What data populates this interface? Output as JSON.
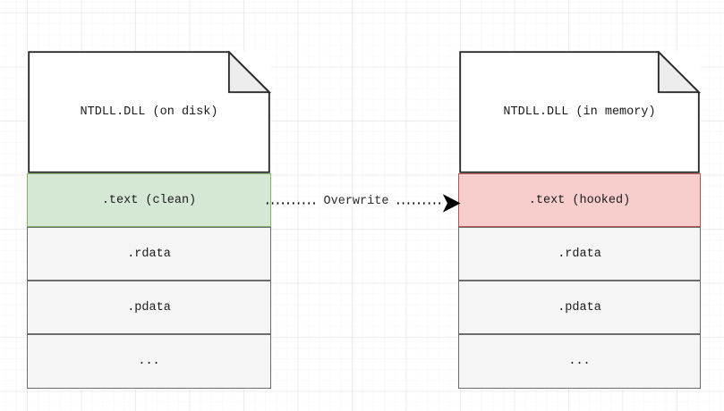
{
  "diagram": {
    "title_hidden": "",
    "background": {
      "color": "#ffffff",
      "grid_color": "#e8e8e8"
    },
    "nodes": [
      {
        "id": "ntdll-disk",
        "header": "NTDLL.DLL (on disk)",
        "sections": [
          {
            "label": ".text (clean)",
            "style": "green",
            "fill": "#d5e8d4",
            "stroke": "#82b366"
          },
          {
            "label": ".rdata",
            "style": "plain",
            "fill": "#f5f5f5",
            "stroke": "#6c6c6c"
          },
          {
            "label": ".pdata",
            "style": "plain",
            "fill": "#f5f5f5",
            "stroke": "#6c6c6c"
          },
          {
            "label": "...",
            "style": "plain",
            "fill": "#f5f5f5",
            "stroke": "#6c6c6c"
          }
        ]
      },
      {
        "id": "ntdll-memory",
        "header": "NTDLL.DLL (in memory)",
        "sections": [
          {
            "label": ".text (hooked)",
            "style": "red",
            "fill": "#f8cecc",
            "stroke": "#b85450"
          },
          {
            "label": ".rdata",
            "style": "plain",
            "fill": "#f5f5f5",
            "stroke": "#6c6c6c"
          },
          {
            "label": ".pdata",
            "style": "plain",
            "fill": "#f5f5f5",
            "stroke": "#6c6c6c"
          },
          {
            "label": "...",
            "style": "plain",
            "fill": "#f5f5f5",
            "stroke": "#6c6c6c"
          }
        ]
      }
    ],
    "edges": [
      {
        "id": "overwrite-edge",
        "label": "Overwrite",
        "from": "ntdll-disk.text",
        "to": "ntdll-memory.text",
        "style": "dotted",
        "color": "#000000",
        "arrowhead": "filled-triangle"
      }
    ]
  }
}
